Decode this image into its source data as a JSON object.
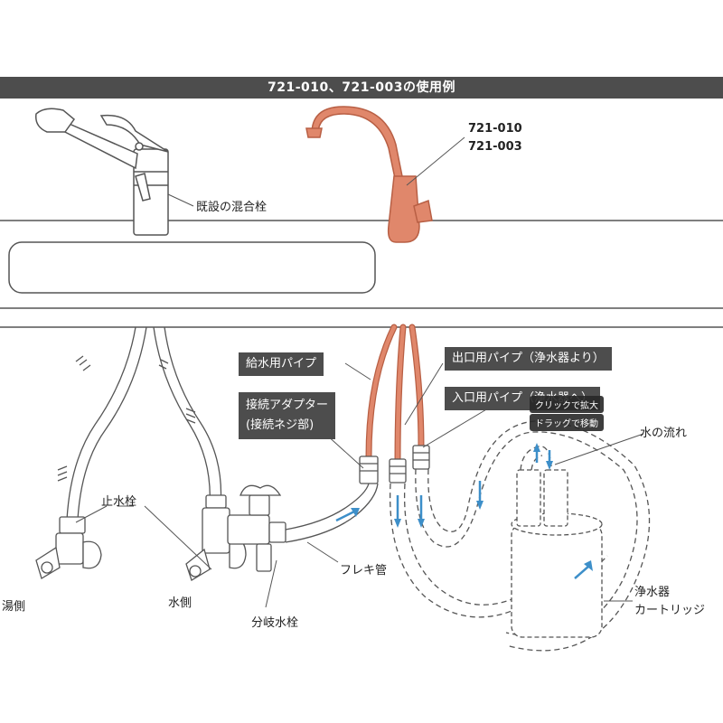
{
  "title": "721-010、721-003の使用例",
  "labels": {
    "existing_faucet": "既設の混合栓",
    "model_a": "721-010",
    "model_b": "721-003",
    "supply_pipe": "給水用パイプ",
    "adapter": "接続アダプター",
    "adapter_sub": "(接続ネジ部)",
    "outlet_pipe": "出口用パイプ（浄水器より）",
    "inlet_pipe": "入口用パイプ（浄水器へ）",
    "water_flow": "水の流れ",
    "stop_valve": "止水栓",
    "hot_side": "湯側",
    "water_side": "水側",
    "flex_pipe": "フレキ管",
    "branch_valve": "分岐水栓",
    "cartridge_line1": "浄水器",
    "cartridge_line2": "カートリッジ"
  },
  "overlay": {
    "click_zoom": "クリックで拡大",
    "drag_move": "ドラッグで移動"
  },
  "colors": {
    "pipe_copper": "#e0876b",
    "pipe_outline": "#b85f44",
    "flow_arrow": "#3d8fc9",
    "label_bg": "#4d4d4d"
  }
}
